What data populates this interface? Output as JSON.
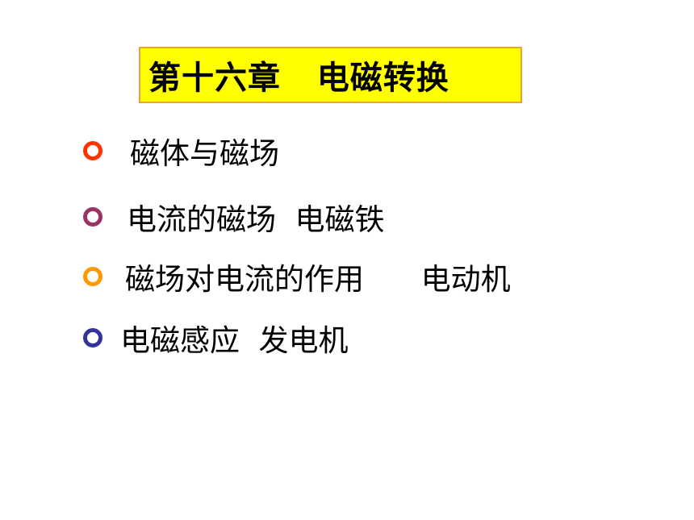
{
  "slide": {
    "title": "第十六章   电磁转换",
    "bullets": [
      {
        "text": "磁体与磁场",
        "color": "#ff3300"
      },
      {
        "text": "电流的磁场  电磁铁",
        "color": "#993366"
      },
      {
        "text": "磁场对电流的作用      电动机",
        "color": "#ff9900"
      },
      {
        "text": "电磁感应  发电机",
        "color": "#333399"
      }
    ],
    "title_bg_color": "#ffff00",
    "title_border_color": "#e8a040"
  }
}
